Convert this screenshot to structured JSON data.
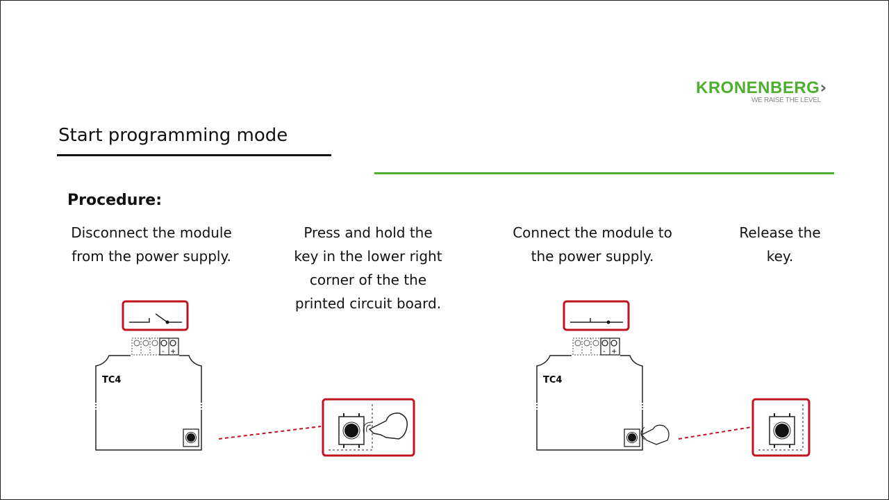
{
  "brand": {
    "name": "KRONENBERG",
    "tagline": "WE RAISE THE LEVEL",
    "color": "#4caf2e"
  },
  "title": "Start programming mode",
  "procedure_label": "Procedure:",
  "steps": [
    {
      "text": "Disconnect the module\nfrom the power supply."
    },
    {
      "text": "Press and hold the\nkey in the lower right\ncorner of the the\nprinted circuit board."
    },
    {
      "text": "Connect the module to\nthe power supply."
    },
    {
      "text": "Release the\nkey."
    }
  ],
  "diagrams": {
    "board_label": "TC4",
    "minus": "-",
    "plus": "+"
  },
  "colors": {
    "highlight": "#c0121f",
    "accent": "#4caf2e"
  }
}
